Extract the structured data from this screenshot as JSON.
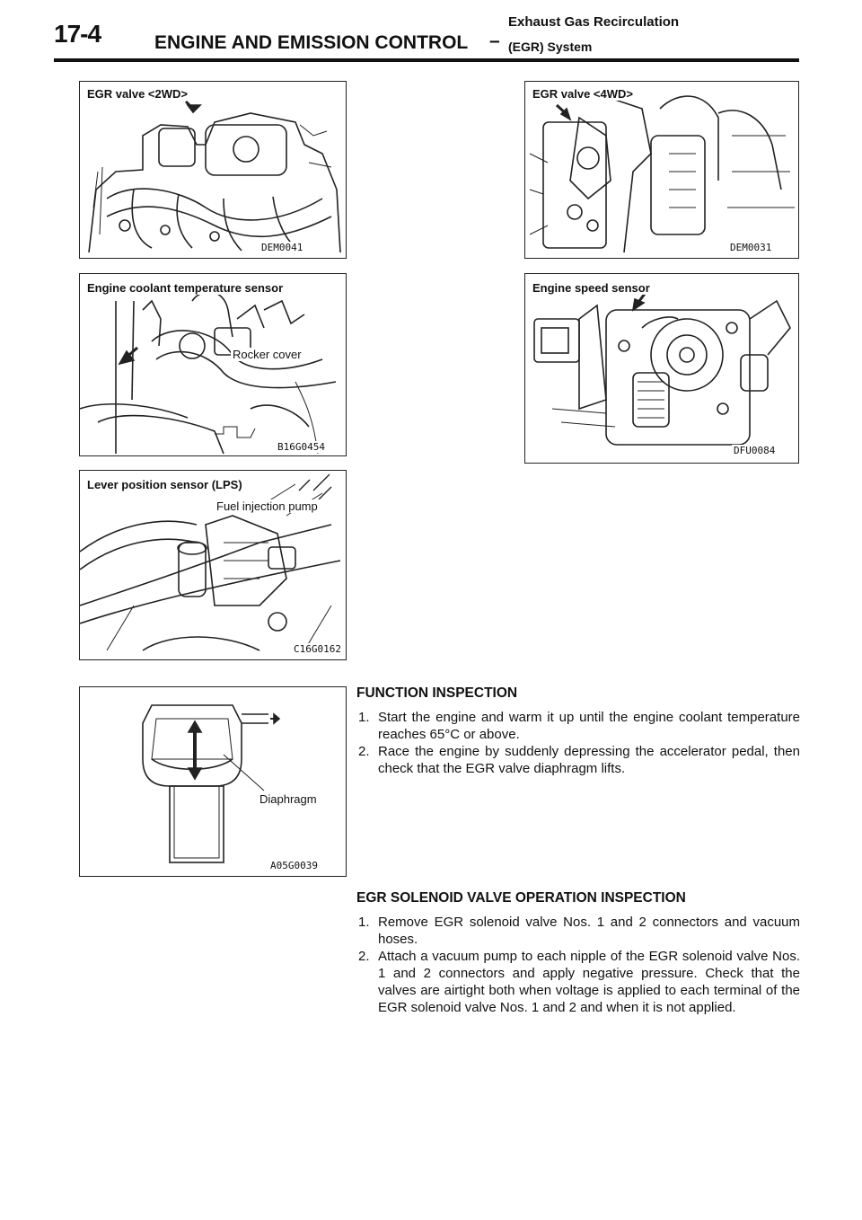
{
  "header": {
    "page_number": "17-4",
    "section_title": "ENGINE AND EMISSION CONTROL",
    "dash": "–",
    "subsection_line1": "Exhaust Gas Recirculation",
    "subsection_line2": "(EGR) System"
  },
  "figures": {
    "egr_valve_2wd": {
      "label": "EGR valve <2WD>",
      "code": "DEM0041"
    },
    "egr_valve_4wd": {
      "label": "EGR valve <4WD>",
      "code": "DEM0031"
    },
    "coolant_sensor": {
      "label": "Engine coolant temperature sensor",
      "callout": "Rocker cover",
      "code": "B16G0454"
    },
    "engine_speed_sensor": {
      "label": "Engine speed sensor",
      "code": "DFU0084"
    },
    "lever_position_sensor": {
      "label": "Lever position sensor (LPS)",
      "callout": "Fuel injection pump",
      "code": "C16G0162"
    },
    "diaphragm": {
      "callout": "Diaphragm",
      "code": "A05G0039"
    }
  },
  "function_inspection": {
    "heading": "FUNCTION INSPECTION",
    "steps": [
      {
        "num": "1.",
        "text": "Start the engine and warm it up until the engine coolant temperature reaches 65°C or above."
      },
      {
        "num": "2.",
        "text": "Race the engine by suddenly depressing the accelerator pedal, then check that the EGR valve diaphragm lifts."
      }
    ]
  },
  "solenoid_inspection": {
    "heading": "EGR SOLENOID VALVE OPERATION INSPECTION",
    "steps": [
      {
        "num": "1.",
        "text": "Remove EGR solenoid valve Nos. 1 and 2 connectors and vacuum hoses."
      },
      {
        "num": "2.",
        "text": "Attach a vacuum pump to each nipple of the EGR solenoid valve Nos. 1 and 2 connectors and apply negative pressure. Check that the valves are airtight both when voltage is applied to each terminal of the EGR solenoid valve Nos. 1 and 2 and when it is not applied."
      }
    ]
  }
}
